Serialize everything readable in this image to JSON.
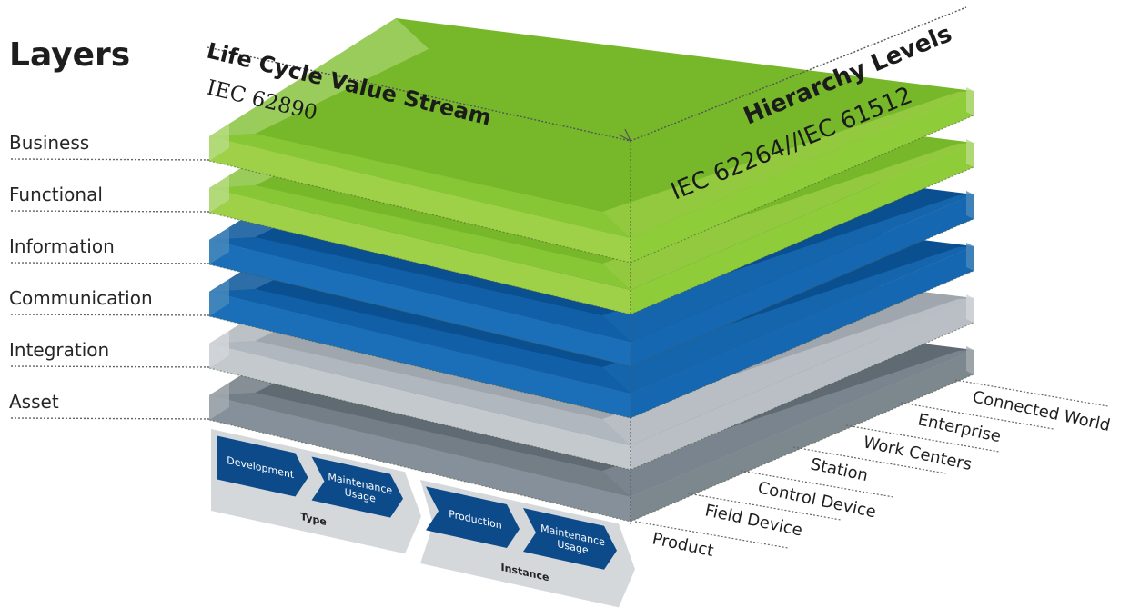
{
  "title": "Layers",
  "layers": [
    {
      "name": "Business",
      "family": "green"
    },
    {
      "name": "Functional",
      "family": "green"
    },
    {
      "name": "Information",
      "family": "blue"
    },
    {
      "name": "Communication",
      "family": "blue"
    },
    {
      "name": "Integration",
      "family": "lightgray"
    },
    {
      "name": "Asset",
      "family": "darkgray"
    }
  ],
  "colors": {
    "green": {
      "top": "#77b82a",
      "edge": "#8fcc3a",
      "side": "#9ed048",
      "cap": "#b8dc84"
    },
    "blue": {
      "top": "#0a4f8f",
      "edge": "#1467b0",
      "side": "#1a6fb8",
      "cap": "#4a89bd"
    },
    "lightgray": {
      "top": "#9fa6ad",
      "edge": "#b9bfc5",
      "side": "#c4c9ce",
      "cap": "#d3d7db"
    },
    "darkgray": {
      "top": "#5f6a72",
      "edge": "#7d878e",
      "side": "#86909a",
      "cap": "#a5adb3"
    },
    "chevron_fill": "#0c4a8a",
    "chevron_base": "#d5d8db",
    "text": "#1e1e1e"
  },
  "axes": {
    "life_cycle": {
      "title": "Life Cycle Value Stream",
      "standard": "IEC 62890"
    },
    "hierarchy": {
      "title": "Hierarchy Levels",
      "standard": "IEC 62264//IEC 61512"
    }
  },
  "hierarchy_levels": [
    "Product",
    "Field Device",
    "Control Device",
    "Station",
    "Work Centers",
    "Enterprise",
    "Connected World"
  ],
  "life_cycle_phases": [
    {
      "group": "Type",
      "steps": [
        "Development",
        "Maintenance Usage"
      ]
    },
    {
      "group": "Instance",
      "steps": [
        "Production",
        "Maintenance Usage"
      ]
    }
  ]
}
